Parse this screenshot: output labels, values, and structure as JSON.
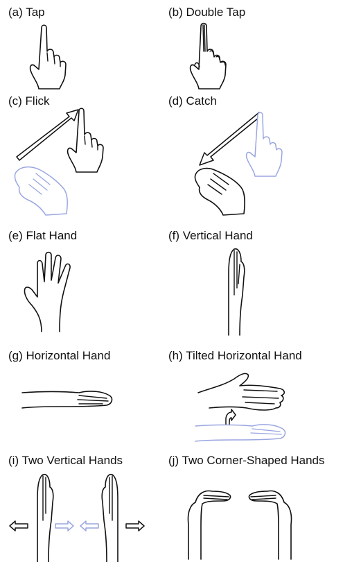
{
  "colors": {
    "ink": "#111111",
    "ghost": "#9aa6e0",
    "background": "#ffffff"
  },
  "panels": [
    {
      "id": "a",
      "label": "(a) Tap"
    },
    {
      "id": "b",
      "label": "(b) Double Tap"
    },
    {
      "id": "c",
      "label": "(c) Flick"
    },
    {
      "id": "d",
      "label": "(d) Catch"
    },
    {
      "id": "e",
      "label": "(e) Flat Hand"
    },
    {
      "id": "f",
      "label": "(f) Vertical Hand"
    },
    {
      "id": "g",
      "label": "(g) Horizontal Hand"
    },
    {
      "id": "h",
      "label": "(h) Tilted Horizontal Hand"
    },
    {
      "id": "i",
      "label": "(i) Two Vertical Hands"
    },
    {
      "id": "j",
      "label": "(j) Two Corner-Shaped Hands"
    }
  ]
}
